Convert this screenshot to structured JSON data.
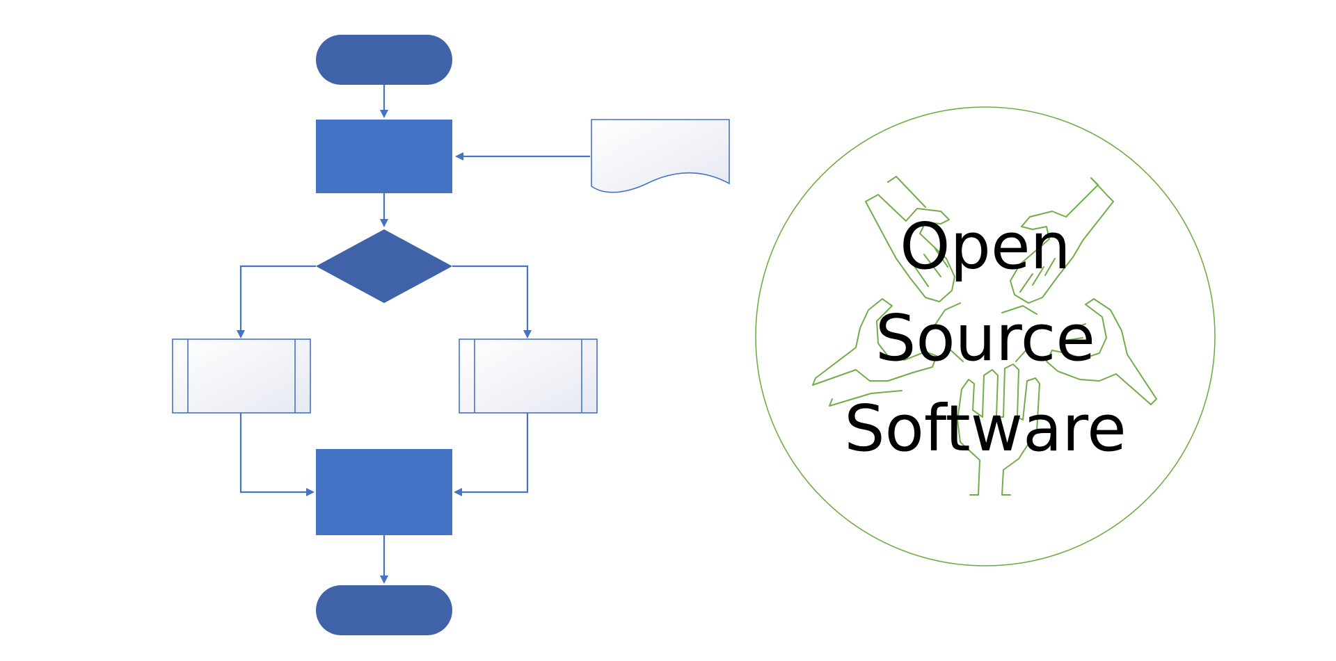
{
  "colors": {
    "terminator": "#3f62a8",
    "process": "#4472c4",
    "decision": "#3f62a8",
    "connector": "#4472c4",
    "outline": "#4472c4",
    "paper_gradient_light": "#ffffff",
    "paper_gradient_dark": "#e8ebf3",
    "logo_ring": "#70ad47",
    "logo_text": "#000000"
  },
  "flowchart": {
    "shapes": [
      {
        "name": "start-terminator",
        "kind": "terminator"
      },
      {
        "name": "process-step-1",
        "kind": "process"
      },
      {
        "name": "input-document",
        "kind": "document"
      },
      {
        "name": "decision",
        "kind": "decision"
      },
      {
        "name": "predefined-process-left",
        "kind": "predefined-process"
      },
      {
        "name": "predefined-process-right",
        "kind": "predefined-process"
      },
      {
        "name": "process-step-2",
        "kind": "process"
      },
      {
        "name": "end-terminator",
        "kind": "terminator"
      }
    ]
  },
  "logo": {
    "lines": [
      "Open",
      "Source",
      "Software"
    ],
    "hands_icon": "hands-together-icon"
  }
}
